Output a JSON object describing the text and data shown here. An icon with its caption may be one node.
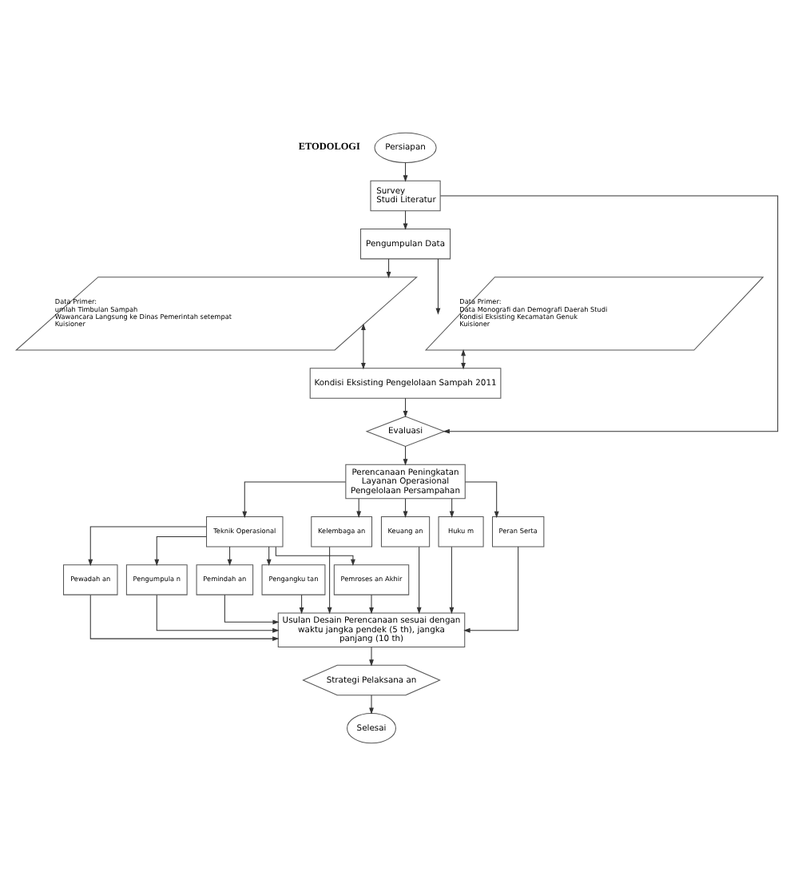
{
  "diagram": {
    "nodes": [
      {
        "text": [
          "Persiapan"
        ]
      },
      {
        "text": [
          "Survey",
          "Studi Literatur"
        ]
      },
      {
        "text": [
          "Pengumpulan Data"
        ]
      },
      {
        "text": [
          "Data Primer:",
          "umlah Timbulan Sampah",
          "Wawancara Langsung ke Dinas Pemerintah setempat",
          "Kuisioner"
        ]
      },
      {
        "text": [
          "Data Primer:",
          "Data Monografi dan Demografi Daerah Studi",
          "Kondisi Eksisting Kecamatan Genuk",
          "Kuisioner"
        ]
      },
      {
        "text": [
          "Kondisi Eksisting Pengelolaan Sampah 2011"
        ]
      },
      {
        "text": [
          "Evaluasi"
        ]
      },
      {
        "text": [
          "Perencanaan Peningkatan Layanan Operasional Pengelolaan Persampahan"
        ]
      },
      {
        "text": [
          "Teknik Operasional"
        ]
      },
      {
        "text": [
          "Kelembaga an"
        ]
      },
      {
        "text": [
          "Keuang an"
        ]
      },
      {
        "text": [
          "Huku m"
        ]
      },
      {
        "text": [
          "Peran Serta"
        ]
      },
      {
        "text": [
          "Pewadah an"
        ]
      },
      {
        "text": [
          "Pengumpula n"
        ]
      },
      {
        "text": [
          "Pemindah an"
        ]
      },
      {
        "text": [
          "Pengangku tan"
        ]
      },
      {
        "text": [
          "Pemroses an Akhir"
        ]
      },
      {
        "text": [
          "Usulan Desain Perencanaan sesuai dengan waktu jangka pendek (5 th), jangka panjang (10 th)"
        ]
      },
      {
        "text": [
          "Strategi Pelaksana an"
        ]
      },
      {
        "text": [
          "Selesai"
        ]
      }
    ],
    "edges": [
      {
        "from": 0,
        "to": 1,
        "arrow": "to"
      },
      {
        "from": 1,
        "to": 2,
        "arrow": "to"
      },
      {
        "from": 2,
        "to": 3,
        "arrow": "to"
      },
      {
        "from": 2,
        "to": 4,
        "arrow": "to"
      },
      {
        "from": 3,
        "to": 5,
        "arrow": "both"
      },
      {
        "from": 4,
        "to": 5,
        "arrow": "both"
      },
      {
        "from": 1,
        "to": 6,
        "arrow": "to"
      },
      {
        "from": 5,
        "to": 6,
        "arrow": "to"
      },
      {
        "from": 6,
        "to": 7,
        "arrow": "to"
      },
      {
        "from": 7,
        "to": 8,
        "arrow": "to"
      },
      {
        "from": 7,
        "to": 9,
        "arrow": "to"
      },
      {
        "from": 7,
        "to": 10,
        "arrow": "to"
      },
      {
        "from": 7,
        "to": 11,
        "arrow": "to"
      },
      {
        "from": 7,
        "to": 12,
        "arrow": "to"
      },
      {
        "from": 8,
        "to": 13,
        "arrow": "to"
      },
      {
        "from": 8,
        "to": 14,
        "arrow": "to"
      },
      {
        "from": 8,
        "to": 15,
        "arrow": "to"
      },
      {
        "from": 8,
        "to": 16,
        "arrow": "to"
      },
      {
        "from": 8,
        "to": 17,
        "arrow": "to"
      },
      {
        "from": 13,
        "to": 18,
        "arrow": "to"
      },
      {
        "from": 14,
        "to": 18,
        "arrow": "to"
      },
      {
        "from": 15,
        "to": 18,
        "arrow": "to"
      },
      {
        "from": 16,
        "to": 18,
        "arrow": "to"
      },
      {
        "from": 17,
        "to": 18,
        "arrow": "to"
      },
      {
        "from": 9,
        "to": 18,
        "arrow": "to"
      },
      {
        "from": 10,
        "to": 18,
        "arrow": "to"
      },
      {
        "from": 11,
        "to": 18,
        "arrow": "to"
      },
      {
        "from": 12,
        "to": 18,
        "arrow": "to"
      },
      {
        "from": 18,
        "to": 19,
        "arrow": "to"
      },
      {
        "from": 19,
        "to": 20,
        "arrow": "to"
      }
    ],
    "labels": [
      "ETODOLOGI"
    ]
  }
}
